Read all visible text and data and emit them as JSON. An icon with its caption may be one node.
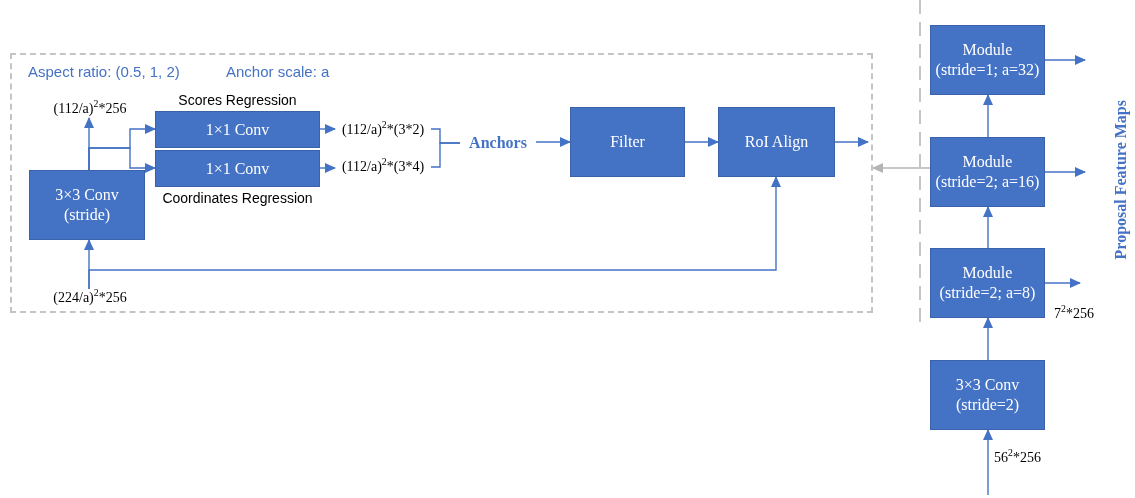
{
  "diagram": {
    "nodes": [
      {
        "text": [
          "Aspect ratio: (0.5, 1, 2)",
          "Anchor scale: a"
        ]
      },
      {
        "text": [
          "(224/a)$^{2}$*256"
        ],
        "in": 0
      },
      {
        "text": [
          "3×3 Conv (stride)"
        ],
        "in": 0
      },
      {
        "text": [
          "(112/a)$^{2}$*256"
        ],
        "in": 0
      },
      {
        "text": [
          "Scores Regression",
          "1×1 Conv"
        ],
        "in": 0
      },
      {
        "text": [
          "1×1 Conv",
          "Coordinates Regression"
        ],
        "in": 0
      },
      {
        "text": [
          "(112/a)$^{2}$*(3*2)"
        ],
        "in": 0
      },
      {
        "text": [
          "(112/a)$^{2}$*(3*4)"
        ],
        "in": 0
      },
      {
        "text": [
          "Anchors"
        ],
        "in": 0
      },
      {
        "text": [
          "Filter"
        ],
        "in": 0
      },
      {
        "text": [
          "RoI Align"
        ],
        "in": 0
      },
      {
        "text": [
          "Module (stride=1; a=32)"
        ]
      },
      {
        "text": [
          "Module (stride=2; a=16)"
        ]
      },
      {
        "text": [
          "Module (stride=2; a=8)"
        ]
      },
      {
        "text": [
          "3×3 Conv (stride=2)"
        ]
      }
    ],
    "edges": [
      {
        "from": 1,
        "to": 2,
        "arrow": "to"
      },
      {
        "from": 2,
        "to": 3,
        "arrow": "to"
      },
      {
        "from": 2,
        "to": 4,
        "arrow": "to"
      },
      {
        "from": 2,
        "to": 5,
        "arrow": "to"
      },
      {
        "from": 4,
        "to": 6,
        "arrow": "to"
      },
      {
        "from": 5,
        "to": 7,
        "arrow": "to"
      },
      {
        "from": 6,
        "to": 8,
        "arrow": "none"
      },
      {
        "from": 7,
        "to": 8,
        "arrow": "none"
      },
      {
        "from": 8,
        "to": 9,
        "arrow": "to"
      },
      {
        "from": 9,
        "to": 10,
        "arrow": "to"
      },
      {
        "from": 1,
        "to": 10,
        "arrow": "to"
      },
      {
        "from": 10,
        "to": null,
        "arrow": "to"
      },
      {
        "from": 12,
        "to": 0,
        "arrow": "to",
        "color": "#b4b4b4"
      },
      {
        "from": null,
        "to": 14,
        "arrow": "to"
      },
      {
        "from": 14,
        "to": 13,
        "arrow": "to"
      },
      {
        "from": 13,
        "to": 12,
        "arrow": "to"
      },
      {
        "from": 12,
        "to": 11,
        "arrow": "to"
      },
      {
        "from": 11,
        "to": null,
        "arrow": "to"
      },
      {
        "from": 12,
        "to": null,
        "arrow": "to"
      },
      {
        "from": 13,
        "to": null,
        "arrow": "to"
      }
    ],
    "labels": [
      "7$^{2}$*256",
      "56$^{2}$*256",
      "Proposal Feature Maps"
    ]
  }
}
